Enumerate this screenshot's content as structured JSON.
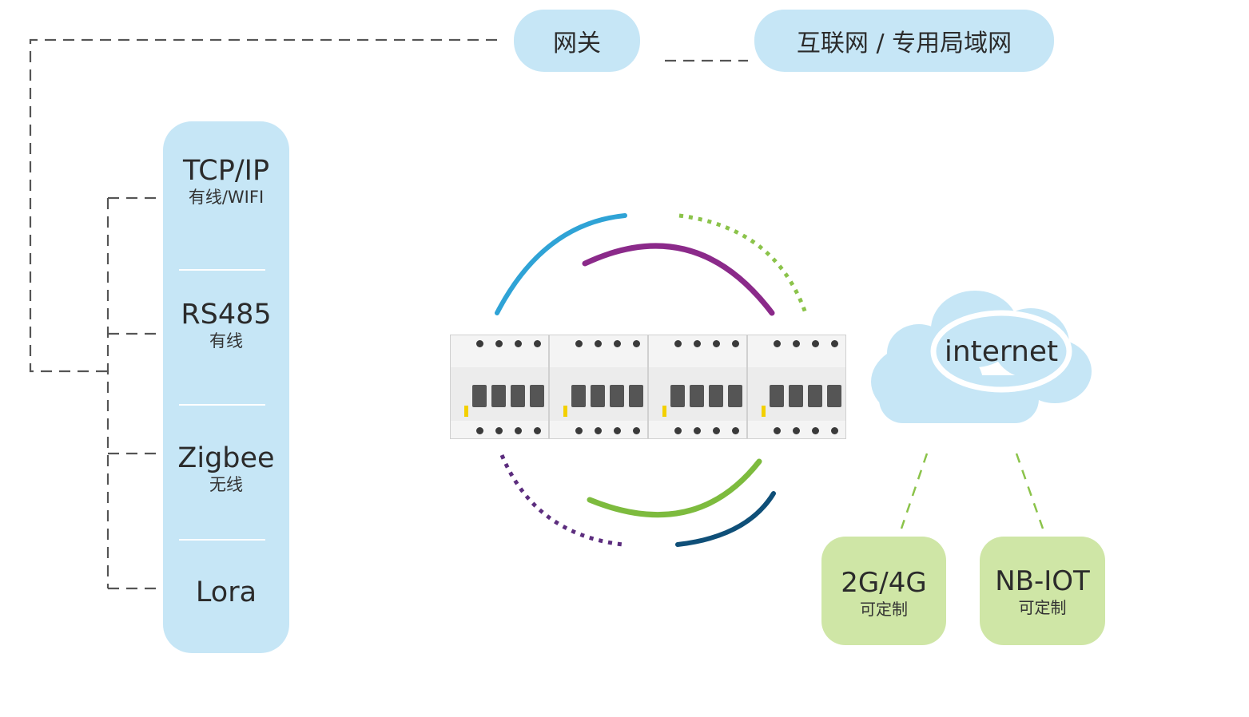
{
  "top": {
    "gateway": "网关",
    "network": "互联网 / 专用局域网"
  },
  "protocols": [
    {
      "main": "TCP/IP",
      "sub": "有线/WIFI"
    },
    {
      "main": "RS485",
      "sub": "有线"
    },
    {
      "main": "Zigbee",
      "sub": "无线"
    },
    {
      "main": "Lora",
      "sub": ""
    }
  ],
  "cloud": {
    "label": "internet"
  },
  "cellular": [
    {
      "main": "2G/4G",
      "sub": "可定制"
    },
    {
      "main": "NB-IOT",
      "sub": "可定制"
    }
  ],
  "colors": {
    "pill_blue": "#c6e6f6",
    "pill_green": "#cfe6a6",
    "arc_blue": "#2fa3d6",
    "arc_purple": "#8b2a8a",
    "arc_green": "#7dbb3e",
    "arc_navy": "#0f4f78",
    "arc_dotted_purple": "#5c2d7e",
    "dashed_line": "#555555"
  }
}
